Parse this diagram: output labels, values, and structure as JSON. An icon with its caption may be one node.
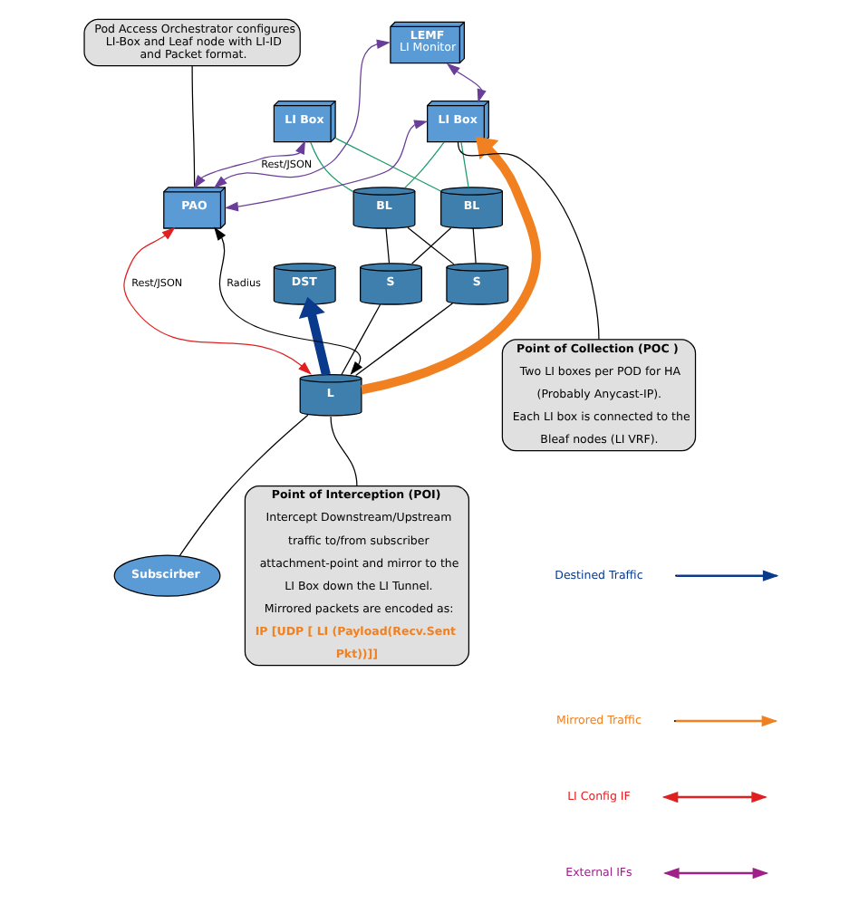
{
  "diagram": {
    "nodes": [
      {
        "text": [
          "Pod Access Orchestrator configures LI-Box and Leaf node with LI-ID and Packet format."
        ]
      },
      {
        "text": [
          "LEMF",
          "LI Monitor"
        ]
      },
      {
        "text": [
          "DST"
        ]
      },
      {
        "text": [
          "LI Box"
        ]
      },
      {
        "text": [
          "LI Box"
        ]
      },
      {
        "text": [
          "BL"
        ]
      },
      {
        "text": [
          "BL"
        ]
      },
      {
        "text": [
          "PAO"
        ]
      },
      {
        "text": [
          "S"
        ]
      },
      {
        "text": [
          "S"
        ]
      },
      {
        "text": [
          "L"
        ]
      },
      {
        "text": [
          "Point of Collection (POC )",
          "Two LI boxes per POD for HA (Probably Anycast-IP).",
          "Each LI box is connected to the Bleaf nodes (LI VRF)."
        ]
      },
      {
        "text": [
          "Point of Interception (POI)",
          "Intercept Downstream/Upstream traffic to/from subscriber attachment-point and mirror to the LI Box down the LI Tunnel.",
          "Mirrored packets are encoded as:",
          "IP [UDP [ LI (Payload(Recv.Sent Pkt))]]"
        ]
      },
      {
        "text": [
          "Subscirber"
        ]
      }
    ],
    "edges": [
      {
        "from": 0,
        "to": 7,
        "arrow": "none"
      },
      {
        "from": 1,
        "to": 4,
        "arrow": "both",
        "color": "#6a3d9a"
      },
      {
        "from": 7,
        "to": 1,
        "arrow": "both",
        "color": "#6a3d9a"
      },
      {
        "from": 7,
        "to": 4,
        "arrow": "both",
        "color": "#6a3d9a"
      },
      {
        "from": 3,
        "to": 7,
        "arrow": "both",
        "label": "Rest/JSON",
        "color": "#6a3d9a"
      },
      {
        "from": 3,
        "to": 5,
        "arrow": "none",
        "color": "#1a9a6a"
      },
      {
        "from": 3,
        "to": 6,
        "arrow": "none",
        "color": "#1a9a6a"
      },
      {
        "from": 4,
        "to": 5,
        "arrow": "none",
        "color": "#1a9a6a"
      },
      {
        "from": 4,
        "to": 6,
        "arrow": "none",
        "color": "#1a9a6a"
      },
      {
        "from": 5,
        "to": 8,
        "arrow": "none"
      },
      {
        "from": 5,
        "to": 9,
        "arrow": "none"
      },
      {
        "from": 6,
        "to": 8,
        "arrow": "none"
      },
      {
        "from": 6,
        "to": 9,
        "arrow": "none"
      },
      {
        "from": 8,
        "to": 10,
        "arrow": "none"
      },
      {
        "from": 9,
        "to": 10,
        "arrow": "none"
      },
      {
        "from": 10,
        "to": 2,
        "arrow": "to",
        "style": "thick",
        "color": "#0a3a8c"
      },
      {
        "from": 10,
        "to": 4,
        "arrow": "to",
        "style": "thick",
        "color": "#f08020"
      },
      {
        "from": 7,
        "to": 10,
        "arrow": "both",
        "label": "Rest/JSON",
        "color": "#e02020"
      },
      {
        "from": 10,
        "to": 7,
        "arrow": "both",
        "label": "Radius"
      },
      {
        "from": 11,
        "to": 4,
        "arrow": "none"
      },
      {
        "from": 12,
        "to": 10,
        "arrow": "none"
      },
      {
        "from": 10,
        "to": 13,
        "arrow": "none"
      }
    ],
    "legend": [
      {
        "text": "Destined Traffic"
      },
      {
        "text": "Mirrored Traffic"
      },
      {
        "text": "LI Config IF"
      },
      {
        "text": "External IFs"
      }
    ]
  }
}
